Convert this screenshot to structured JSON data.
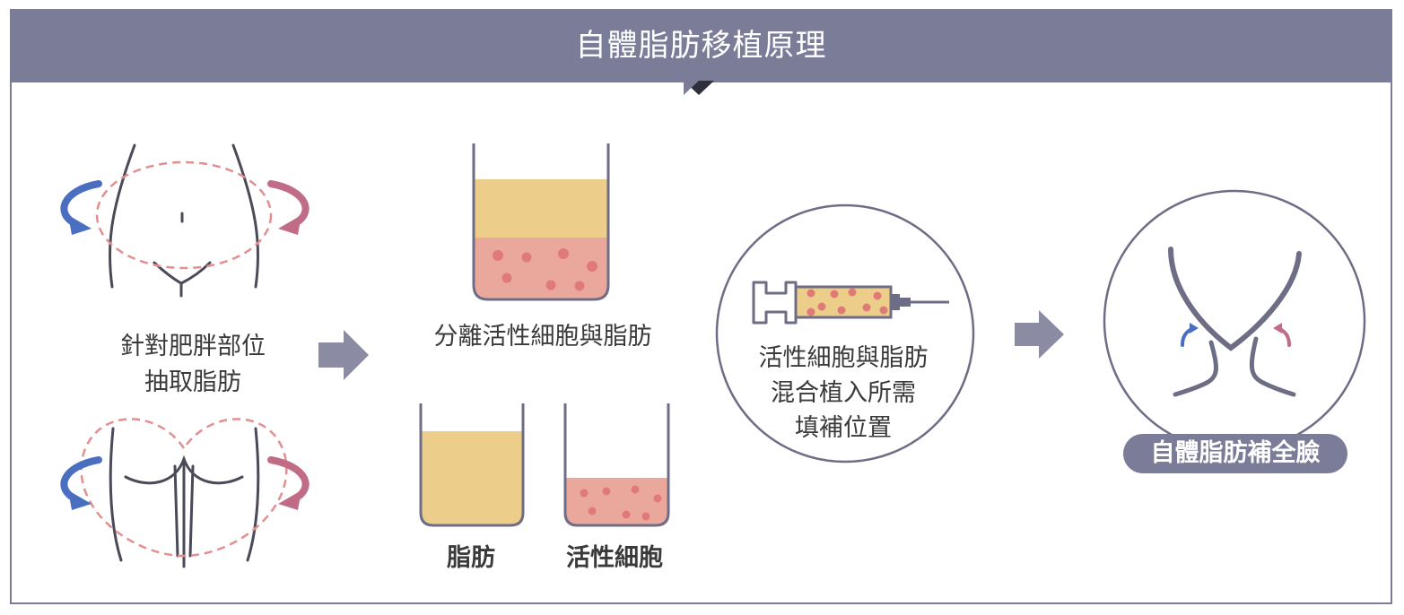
{
  "title": "自體脂肪移植原理",
  "steps": {
    "extract": {
      "line1": "針對肥胖部位",
      "line2": "抽取脂肪"
    },
    "separate": {
      "label": "分離活性細胞與脂肪",
      "fat_label": "脂肪",
      "cell_label": "活性細胞"
    },
    "inject": {
      "line1": "活性細胞與脂肪",
      "line2": "混合植入所需",
      "line3": "填補位置"
    },
    "result": {
      "label": "自體脂肪補全臉"
    }
  },
  "colors": {
    "theme": "#7b7c98",
    "fat": "#ecce8a",
    "cells": "#eaa89c",
    "cell_dot": "#e07a78",
    "arrow_blue": "#4a6fc0",
    "arrow_pink": "#c06c86",
    "dashed_outline": "#e28f8f"
  },
  "icons": [
    "abdomen-outline",
    "back-outline",
    "rotate-arrow-icon",
    "right-arrow-icon",
    "beaker-icon",
    "syringe-icon",
    "face-outline",
    "lift-arrow-icon"
  ]
}
